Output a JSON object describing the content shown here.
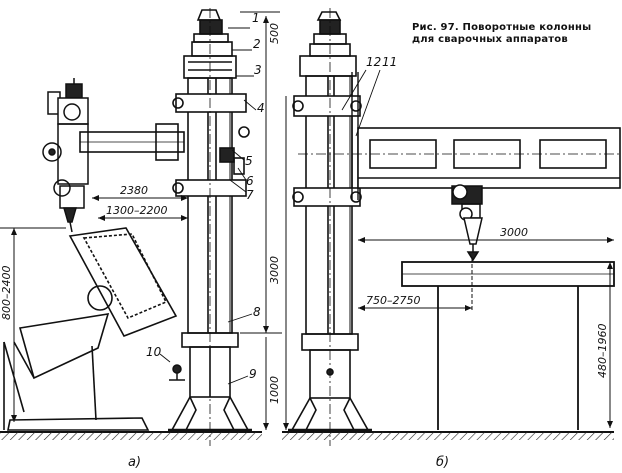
{
  "caption": {
    "line1": "Рис. 97. Поворотные колонны",
    "line2": "для сварочных аппаратов"
  },
  "callouts": [
    "1",
    "2",
    "3",
    "4",
    "5",
    "6",
    "7",
    "8",
    "9",
    "10",
    "12",
    "11"
  ],
  "dimensions": {
    "d500": "500",
    "d2380": "2380",
    "d1300_2200": "1300–2200",
    "d800_2400": "800–2400",
    "d3000_left": "3000",
    "d1000": "1000",
    "d3000_right": "3000",
    "d750_2750": "750–2750",
    "d480_1960": "480–1960"
  },
  "subfig": {
    "a": "а)",
    "b": "б)"
  }
}
